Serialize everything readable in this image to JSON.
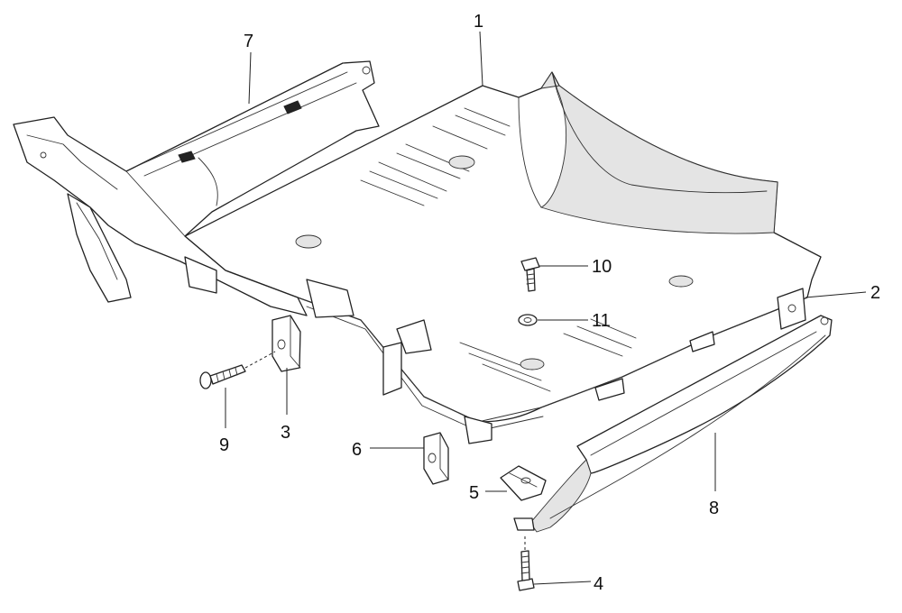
{
  "callouts": [
    {
      "id": "1",
      "text": "1"
    },
    {
      "id": "2",
      "text": "2"
    },
    {
      "id": "3",
      "text": "3"
    },
    {
      "id": "4",
      "text": "4"
    },
    {
      "id": "5",
      "text": "5"
    },
    {
      "id": "6",
      "text": "6"
    },
    {
      "id": "7",
      "text": "7"
    },
    {
      "id": "8",
      "text": "8"
    },
    {
      "id": "9",
      "text": "9"
    },
    {
      "id": "10",
      "text": "10"
    },
    {
      "id": "11",
      "text": "11"
    }
  ],
  "colors": {
    "ink": "#222222",
    "background": "#ffffff",
    "shade": "#e4e4e4"
  }
}
